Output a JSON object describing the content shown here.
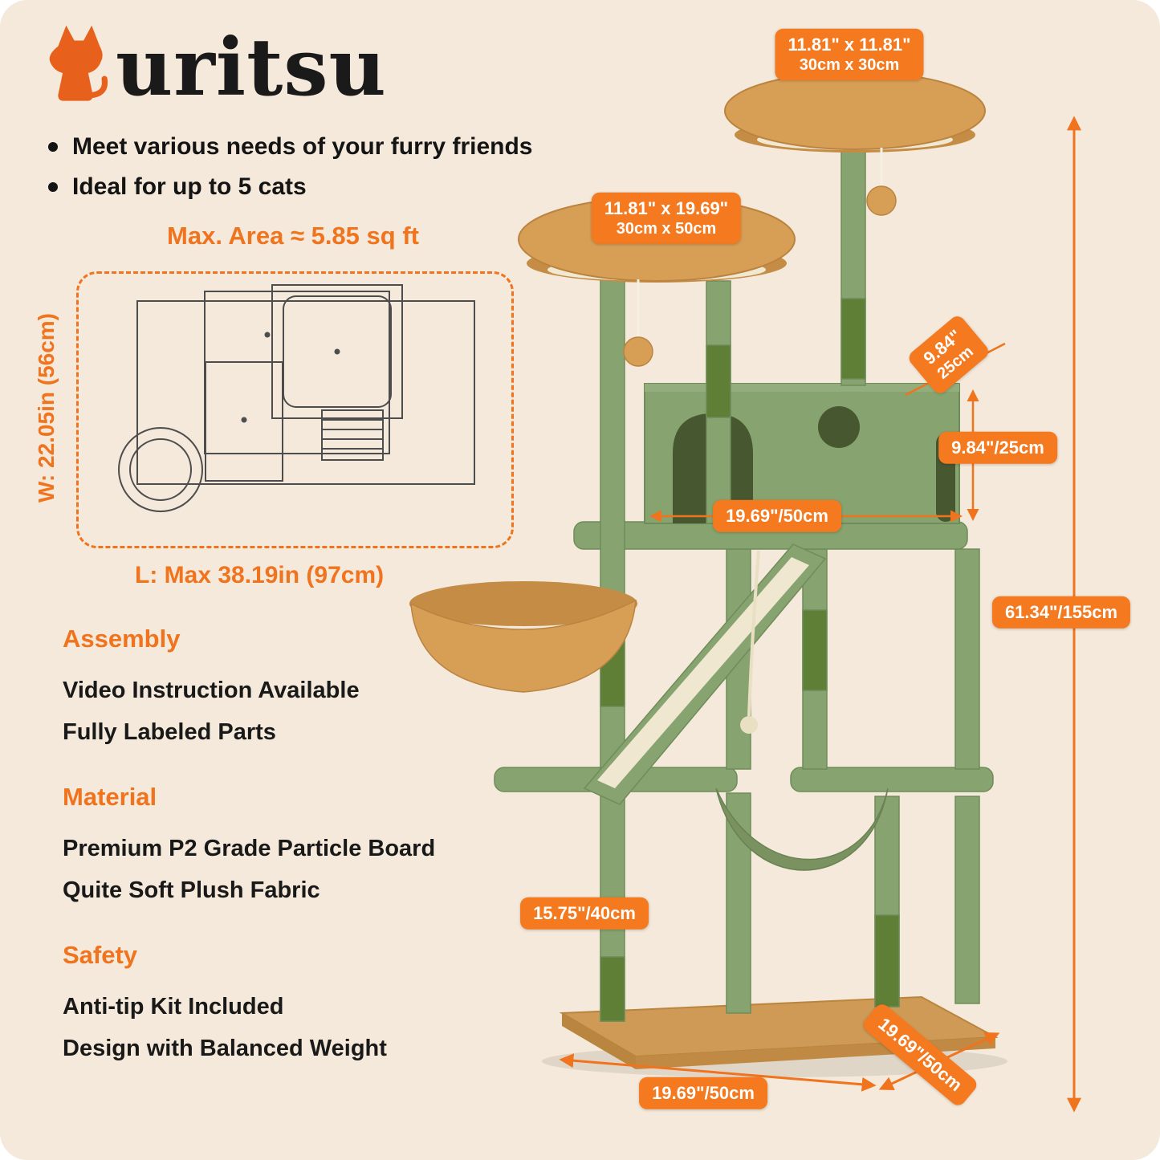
{
  "colors": {
    "background": "#f4e9da",
    "accent_orange": "#f0731d",
    "badge_orange": "#f4791f",
    "logo_black": "#1a1a1a",
    "tree_green": "#87a36f",
    "sisal_green": "#5f7f37",
    "plush_tan": "#d79e56",
    "board_cream": "#f1e8d2"
  },
  "brand": {
    "name": "ouritsu",
    "wordmark_tail": "uritsu",
    "logo_icon": "cat-icon"
  },
  "features": [
    "Meet various needs of your furry friends",
    "Ideal for up to 5 cats"
  ],
  "floorplan": {
    "max_area_label": "Max. Area ≈ 5.85 sq ft",
    "width_label": "W: 22.05in (56cm)",
    "length_label": "L: Max 38.19in (97cm)"
  },
  "sections": [
    {
      "heading": "Assembly",
      "items": [
        "Video Instruction Available",
        "Fully Labeled Parts"
      ]
    },
    {
      "heading": "Material",
      "items": [
        "Premium P2 Grade Particle Board",
        "Quite Soft Plush Fabric"
      ]
    },
    {
      "heading": "Safety",
      "items": [
        "Anti-tip Kit Included",
        "Design with Balanced Weight"
      ]
    }
  ],
  "dimensions": {
    "top_perch": {
      "line1": "11.81\" x 11.81\"",
      "line2": "30cm x 30cm"
    },
    "second_perch": {
      "line1": "11.81\" x 19.69\"",
      "line2": "30cm x 50cm"
    },
    "condo_depth": {
      "line1": "9.84\"",
      "line2": "25cm"
    },
    "condo_height": "9.84\"/25cm",
    "condo_width": "19.69\"/50cm",
    "total_height": "61.34\"/155cm",
    "lower_post_height": "15.75\"/40cm",
    "base_width": "19.69\"/50cm",
    "base_depth": "19.69\"/50cm"
  }
}
